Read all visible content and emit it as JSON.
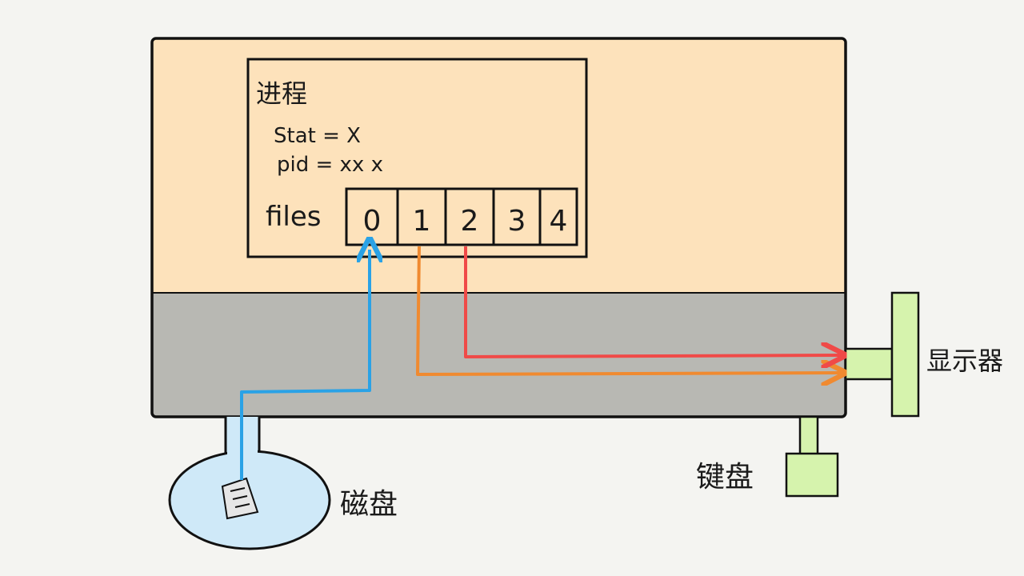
{
  "process": {
    "title": "进程",
    "stat_line": "Stat = X",
    "pid_line": "pid = xx x",
    "files_label": "files",
    "fd_slots": [
      "0",
      "1",
      "2",
      "3",
      "4"
    ]
  },
  "devices": {
    "disk_label": "磁盘",
    "keyboard_label": "键盘",
    "monitor_label": "显示器"
  },
  "colors": {
    "process_region": "#fde2bb",
    "kernel_region": "#b8b8b3",
    "disk_fill": "#cfe9f8",
    "device_fill": "#d6f3ad",
    "stdin_line": "#2aa2e6",
    "stdout_line": "#f08a30",
    "stderr_line": "#f04a48"
  }
}
